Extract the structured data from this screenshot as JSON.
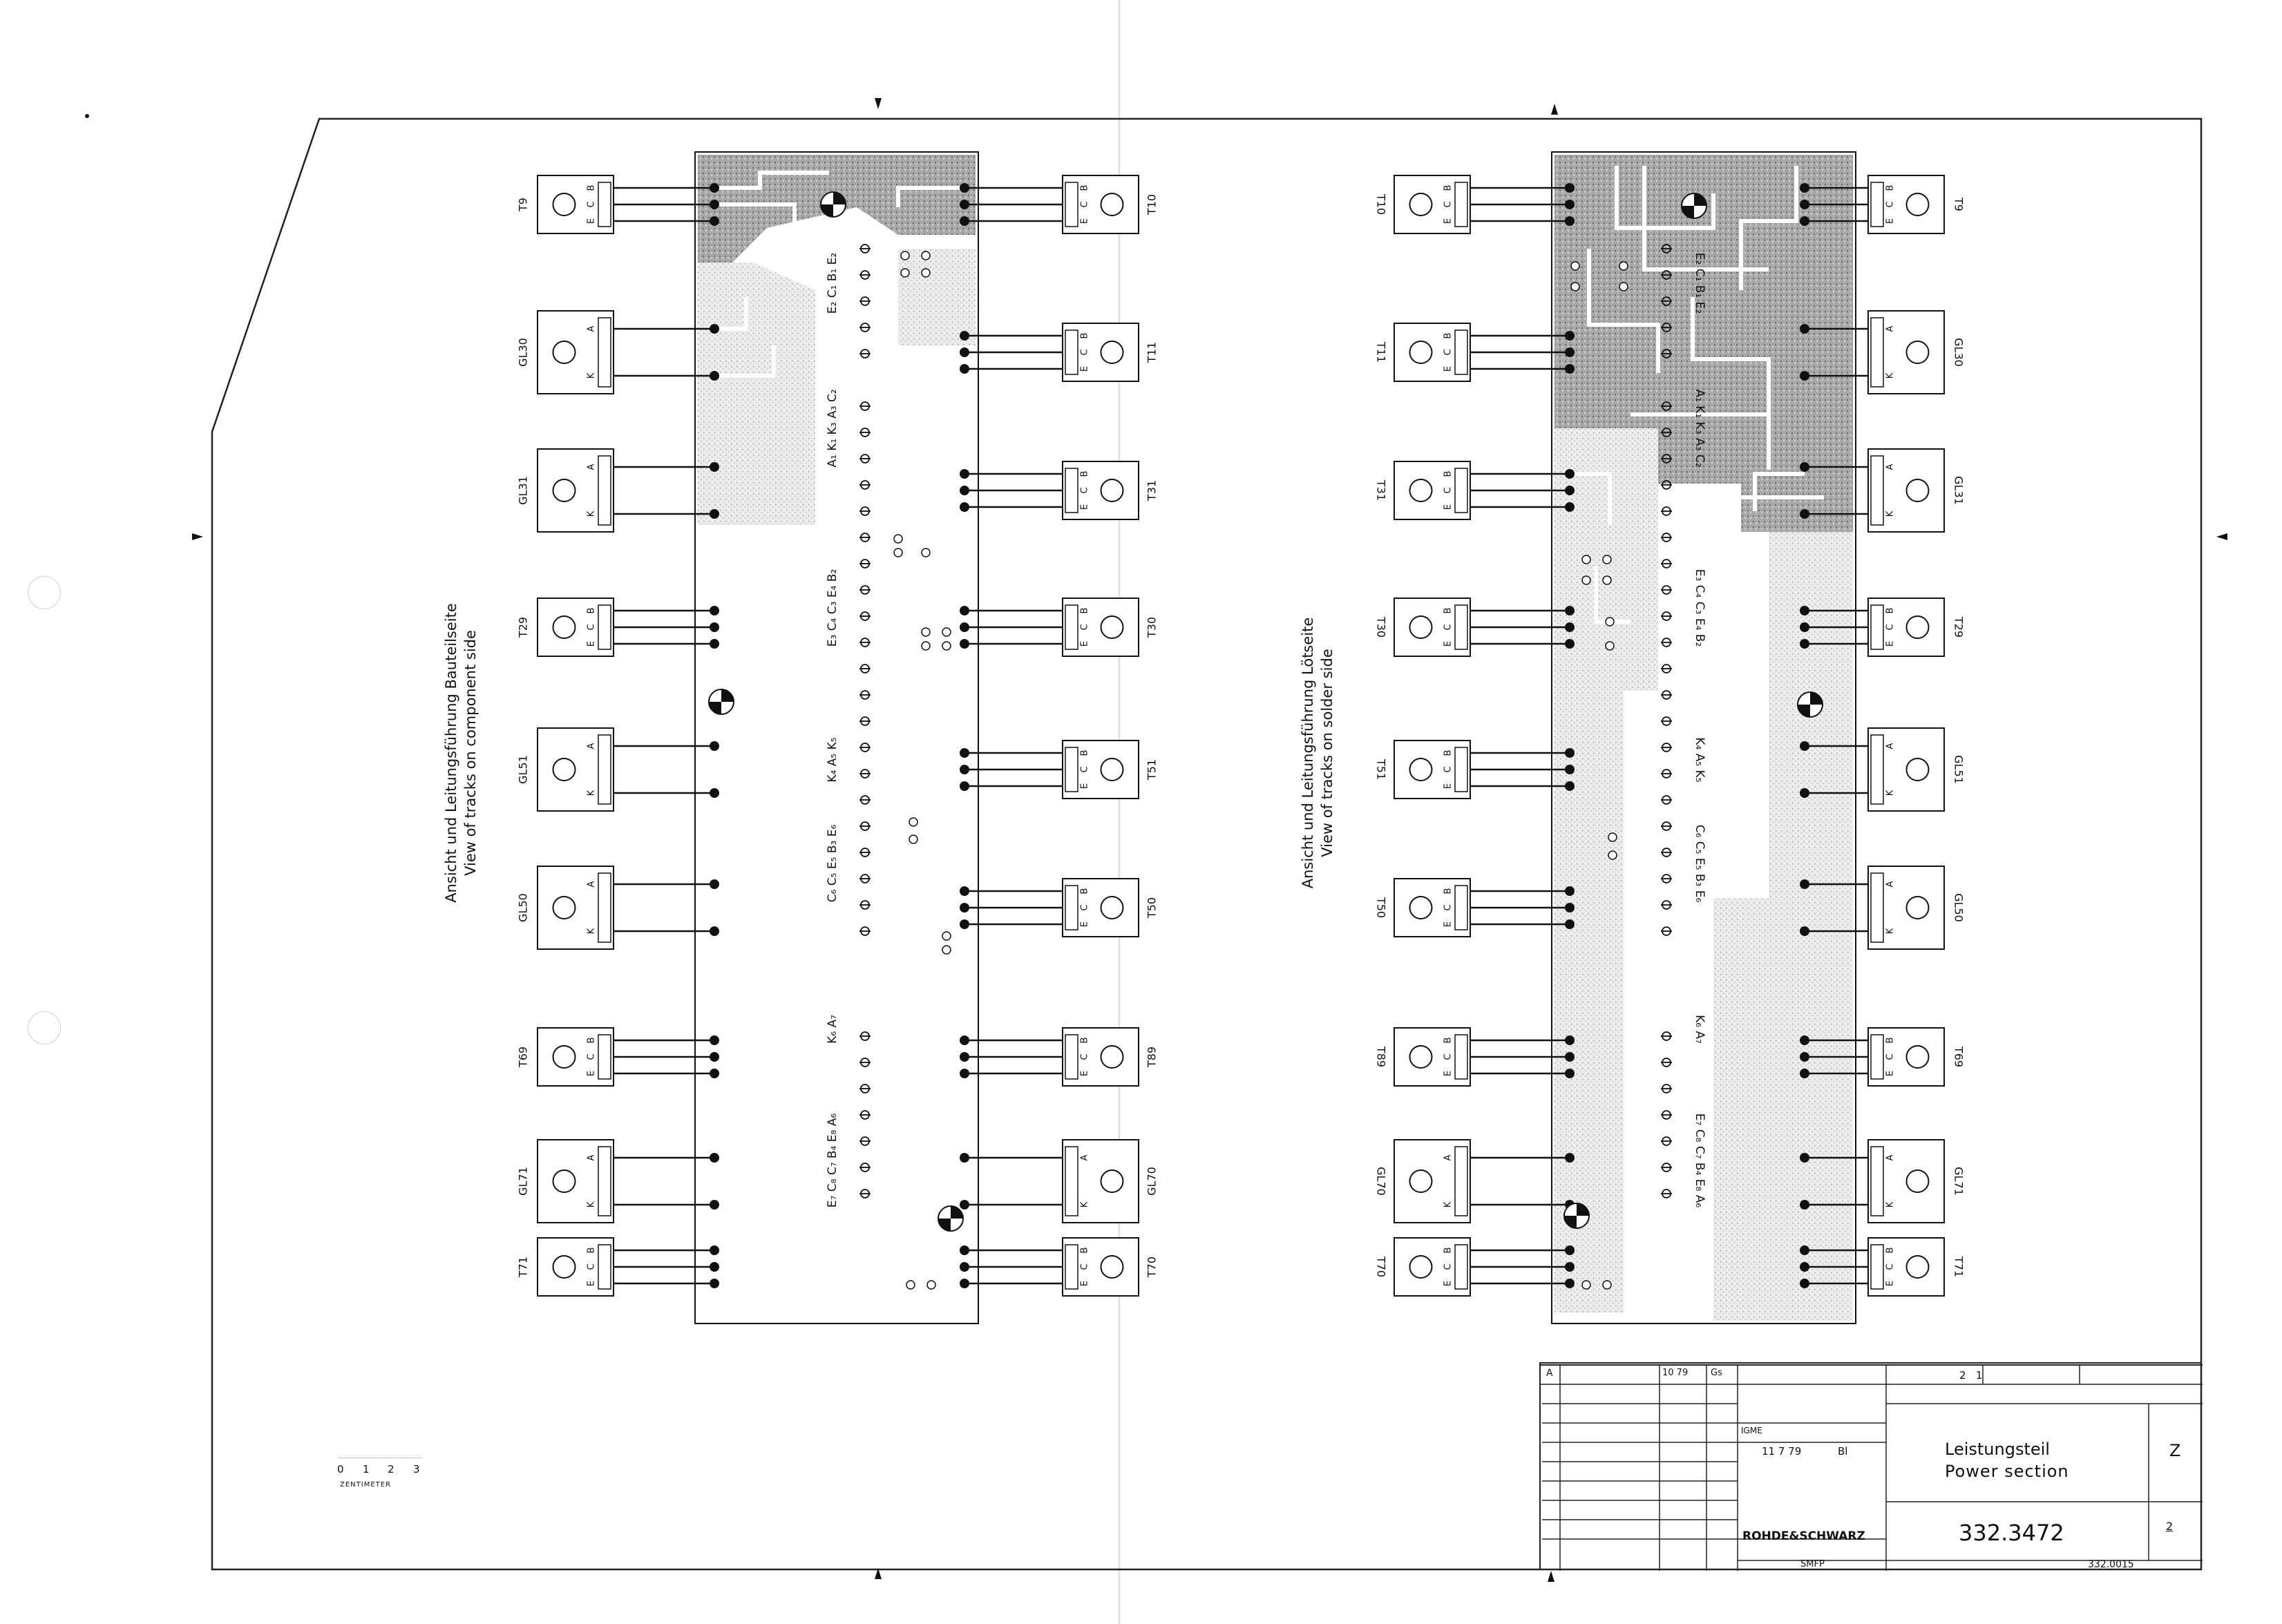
{
  "left_view": {
    "caption_line1": "Ansicht und Leitungsführung Bauteilseite",
    "caption_line2": "View of tracks on component side",
    "left_parts": [
      "T9",
      "GL30",
      "GL31",
      "T29",
      "GL51",
      "GL50",
      "T69",
      "GL71",
      "T71"
    ],
    "right_parts": [
      "T10",
      "T11",
      "T31",
      "T30",
      "T51",
      "T50",
      "T89",
      "GL70",
      "T70"
    ],
    "pin_labels": [
      "E₂ C₁ B₁ E₂",
      "A₁ K₁ K₃ A₃ C₂",
      "E₃ C₄ C₃ E₄ B₂",
      "K₄ A₅ K₅",
      "C₆ C₅ E₅ B₃ E₆",
      "K₆ A₇",
      "E₇ C₈ C₇ B₄ E₈ A₆"
    ]
  },
  "right_view": {
    "caption_line1": "Ansicht und Leitungsführung Lötseite",
    "caption_line2": "View of tracks on solder side",
    "left_parts": [
      "T10",
      "T11",
      "T31",
      "T30",
      "T51",
      "T50",
      "T89",
      "GL70",
      "T70"
    ],
    "right_parts": [
      "T9",
      "GL30",
      "GL31",
      "T29",
      "GL51",
      "GL50",
      "T69",
      "GL71",
      "T71"
    ],
    "pin_labels": [
      "E₂ C₁ B₁ E₂",
      "A₁ K₁ K₃ A₃ C₂",
      "E₃ C₄ C₃ E₄ B₂",
      "K₄ A₅ K₅",
      "C₆ C₅ E₅ B₃ E₆",
      "K₆ A₇",
      "E₇ C₈ C₇ B₄ E₈ A₆"
    ]
  },
  "scale": {
    "ticks": [
      "0",
      "1",
      "2",
      "3"
    ],
    "unit": "ZENTIMETER"
  },
  "title_block": {
    "rev_letter": "A",
    "rev_date": "10 79",
    "rev_name": "Gs",
    "sheet_numbers": "2   1",
    "gme_label": "IGME",
    "drawn_date": "11 7 79",
    "drawn_name": "Bl",
    "title_de": "Leistungsteil",
    "title_en": "Power section",
    "doc_type": "Z",
    "company": "ROHDE&SCHWARZ",
    "part_number": "332.3472",
    "sheet": "2",
    "product": "SMFP",
    "ref_number": "332.0015"
  },
  "colors": {
    "ink": "#111111",
    "copper": "#8a8a8a",
    "paper": "#ffffff"
  }
}
